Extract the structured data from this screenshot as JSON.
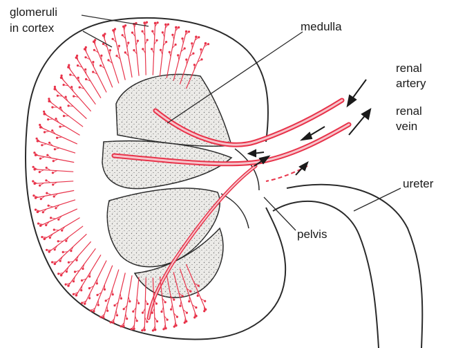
{
  "labels": {
    "glomeruli_line1": "glomeruli",
    "glomeruli_line2": "in cortex",
    "medulla": "medulla",
    "renal_artery_line1": "renal",
    "renal_artery_line2": "artery",
    "renal_vein_line1": "renal",
    "renal_vein_line2": "vein",
    "ureter": "ureter",
    "pelvis": "pelvis"
  },
  "colors": {
    "outline": "#2a2a2a",
    "vessel": "#e8334a",
    "vessel_light": "#f6c5cc",
    "medulla_fill": "#ecebe8",
    "stipple": "#6f6f6f",
    "background": "#ffffff"
  }
}
